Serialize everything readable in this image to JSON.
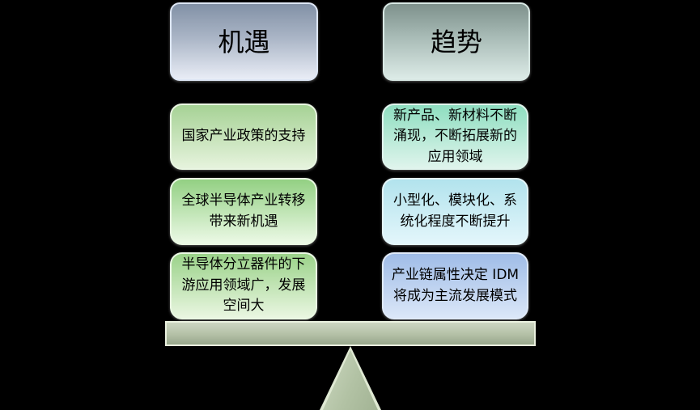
{
  "diagram": {
    "type": "balance-seesaw",
    "background_color": "#000000",
    "columns": {
      "left": {
        "header": "机遇",
        "header_colors": {
          "top": "#8291a6",
          "bottom": "#e9edf6"
        },
        "items": [
          {
            "text": "国家产业政策的支持",
            "color_top": "#a6d295",
            "color_bottom": "#e6f3dd"
          },
          {
            "text": "全球半导体产业转移\n带来新机遇",
            "color_top": "#93d083",
            "color_bottom": "#ecf9e6"
          },
          {
            "text": "半导体分立器件的下\n游应用领域广，发展\n空间大",
            "color_top": "#9ad289",
            "color_bottom": "#e9f6e1"
          }
        ]
      },
      "right": {
        "header": "趋势",
        "header_colors": {
          "top": "#7e918c",
          "bottom": "#dcebe7"
        },
        "items": [
          {
            "text": "新产品、新材料不断\n涌现，不断拓展新的\n应用领域",
            "color_top": "#8edec0",
            "color_bottom": "#dff4ec"
          },
          {
            "text": "小型化、模块化、系\n统化程度不断提升",
            "color_top": "#b2e3ed",
            "color_bottom": "#e3f6fb"
          },
          {
            "text": "产业链属性决定 IDM\n将成为主流发展模式",
            "color_top": "#9fbce7",
            "color_bottom": "#dbe7f8"
          }
        ]
      }
    },
    "seesaw": {
      "beam_color_top": "#cdd6c2",
      "beam_color_bottom": "#98a78c",
      "fulcrum_color": "#b2c2a4",
      "edge_color": "#e9f0de"
    },
    "text_color": "#000000"
  }
}
